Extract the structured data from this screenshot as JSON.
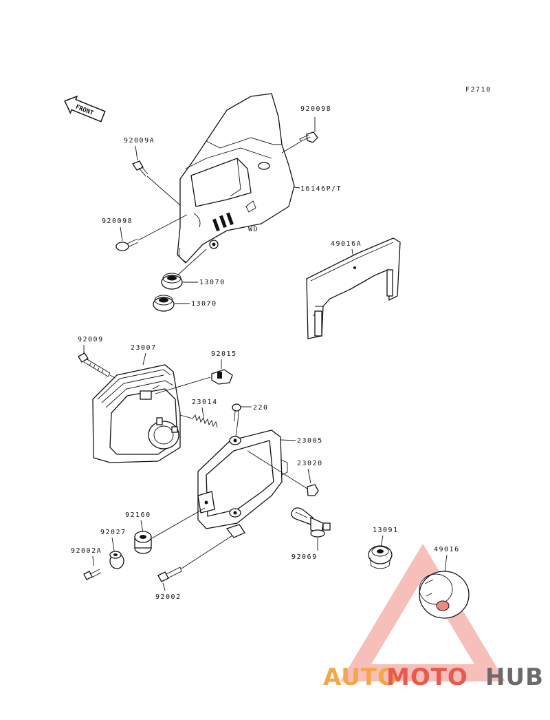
{
  "diagram": {
    "ref_code": "F2710",
    "front_arrow_label": "FRONT",
    "labels": {
      "b_920098_top": "920098",
      "b_92009A": "92009A",
      "b_920098_left": "920098",
      "cover_16146": "16146P/T",
      "wd": "WD",
      "grommet_13070_a": "13070",
      "grommet_13070_b": "13070",
      "cover_49016A": "49016A",
      "bolt_92009": "92009",
      "headlight_23007": "23007",
      "clip_92015": "92015",
      "spring_23014": "23014",
      "screw_220": "220",
      "bracket_23005": "23005",
      "nut_23020": "23020",
      "damper_92160": "92160",
      "collar_92027": "92027",
      "bolt_92002A": "92002A",
      "bulb_92069": "92069",
      "bolt_92002": "92002",
      "socket_13091": "13091",
      "cap_49016": "49016"
    }
  },
  "watermark": {
    "part1": "AUTO",
    "part2": "MOTO",
    "part3": "HUB",
    "colors": {
      "orange": "#f5a54a",
      "red": "#e85a50",
      "gray": "#6b6b6b",
      "triangle": "#f08a80"
    }
  }
}
